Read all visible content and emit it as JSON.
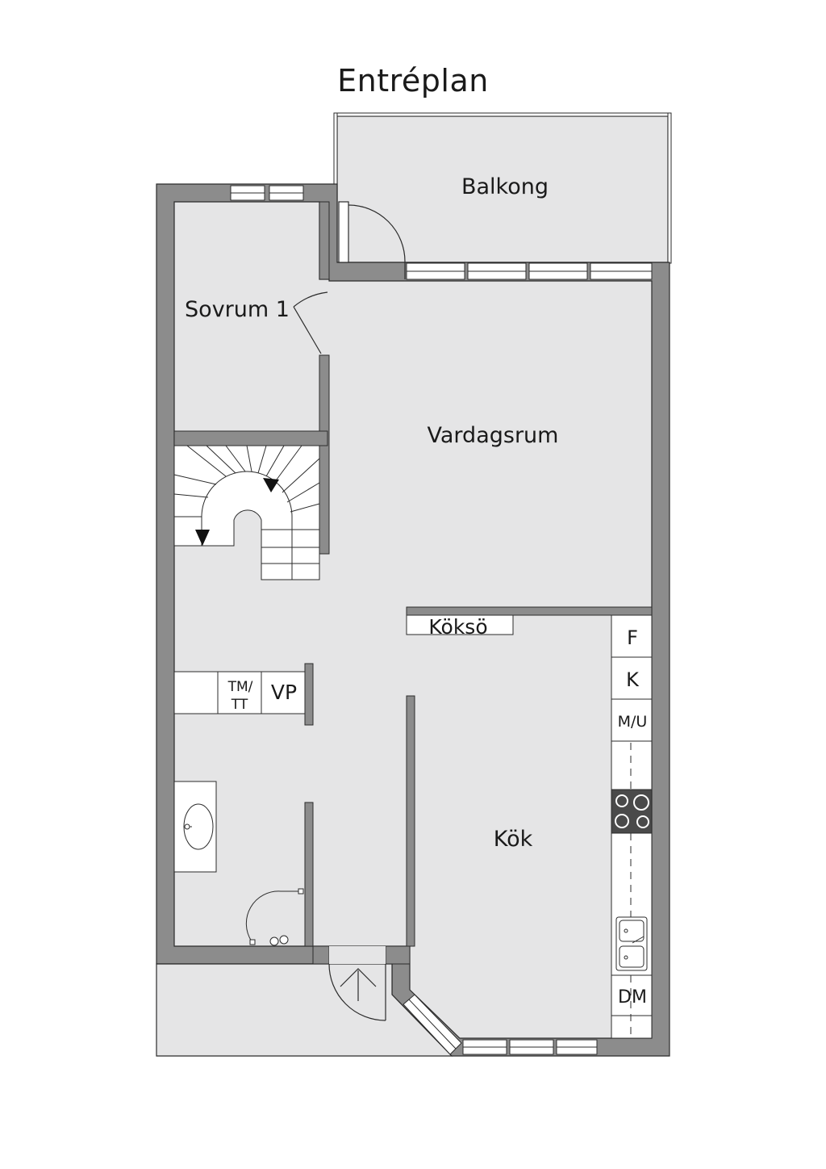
{
  "title": "Entréplan",
  "rooms": {
    "balcony": "Balkong",
    "bedroom": "Sovrum 1",
    "living": "Vardagsrum",
    "island": "Köksö",
    "kitchen": "Kök"
  },
  "appliances": {
    "fridge": "F",
    "freezer": "K",
    "microwave_oven": "M/U",
    "washer_dryer_top": "TM/",
    "washer_dryer_bottom": "TT",
    "water_heater": "VP",
    "dishwasher": "DM"
  },
  "colors": {
    "wall": "#8c8c8c",
    "floor": "#e5e5e6",
    "line": "#2b2b2b"
  }
}
